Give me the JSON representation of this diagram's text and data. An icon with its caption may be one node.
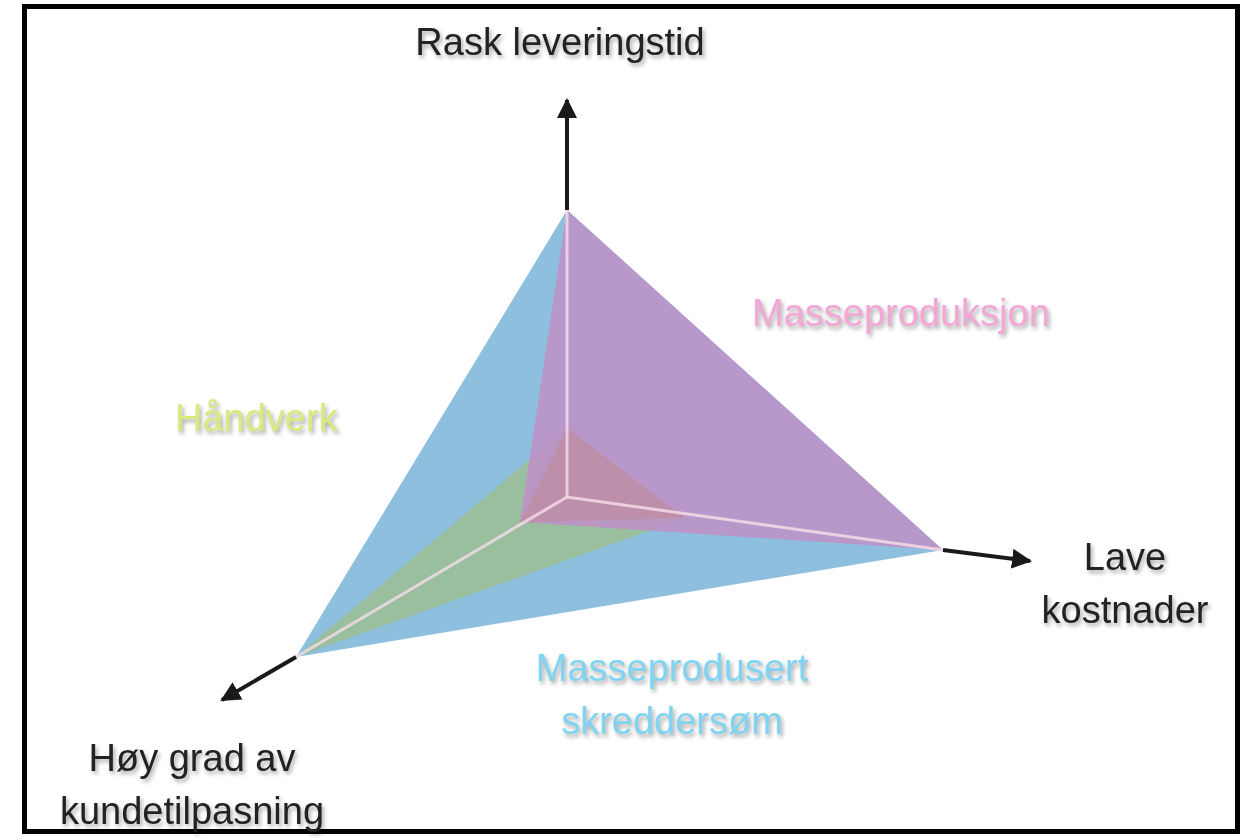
{
  "diagram": {
    "labels": [
      "Rask leveringstid",
      "Masseproduksjon",
      "Håndverk",
      "Lave kostnader",
      "Masseprodusert skreddersøm",
      "Høy grad av kundetilpasning"
    ]
  }
}
